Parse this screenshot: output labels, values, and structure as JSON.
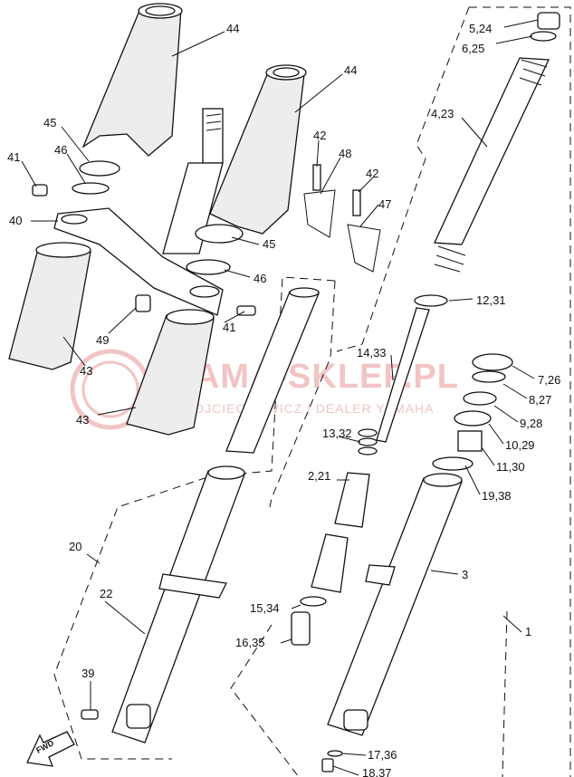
{
  "watermark": {
    "brand": "YAMA-SKLEP.PL",
    "tagline": "WOJCIECHOWICZ | DEALER YAMAHA"
  },
  "fwd_label": "FWD",
  "callouts": [
    {
      "id": "c1",
      "text": "44"
    },
    {
      "id": "c2",
      "text": "44"
    },
    {
      "id": "c3",
      "text": "45"
    },
    {
      "id": "c4",
      "text": "46"
    },
    {
      "id": "c5",
      "text": "41"
    },
    {
      "id": "c6",
      "text": "40"
    },
    {
      "id": "c7",
      "text": "42"
    },
    {
      "id": "c8",
      "text": "48"
    },
    {
      "id": "c9",
      "text": "42"
    },
    {
      "id": "c10",
      "text": "47"
    },
    {
      "id": "c11",
      "text": "45"
    },
    {
      "id": "c12",
      "text": "46"
    },
    {
      "id": "c13",
      "text": "41"
    },
    {
      "id": "c14",
      "text": "49"
    },
    {
      "id": "c15",
      "text": "43"
    },
    {
      "id": "c16",
      "text": "43"
    },
    {
      "id": "c17",
      "text": "5,24"
    },
    {
      "id": "c18",
      "text": "6,25"
    },
    {
      "id": "c19",
      "text": "4,23"
    },
    {
      "id": "c20",
      "text": "12,31"
    },
    {
      "id": "c21",
      "text": "14,33"
    },
    {
      "id": "c22",
      "text": "7,26"
    },
    {
      "id": "c23",
      "text": "8,27"
    },
    {
      "id": "c24",
      "text": "9,28"
    },
    {
      "id": "c25",
      "text": "10,29"
    },
    {
      "id": "c26",
      "text": "11,30"
    },
    {
      "id": "c27",
      "text": "13,32"
    },
    {
      "id": "c28",
      "text": "19,38"
    },
    {
      "id": "c29",
      "text": "2,21"
    },
    {
      "id": "c30",
      "text": "3"
    },
    {
      "id": "c31",
      "text": "20"
    },
    {
      "id": "c32",
      "text": "22"
    },
    {
      "id": "c33",
      "text": "15,34"
    },
    {
      "id": "c34",
      "text": "16,35"
    },
    {
      "id": "c35",
      "text": "1"
    },
    {
      "id": "c36",
      "text": "39"
    },
    {
      "id": "c37",
      "text": "17,36"
    },
    {
      "id": "c38",
      "text": "18,37"
    }
  ]
}
